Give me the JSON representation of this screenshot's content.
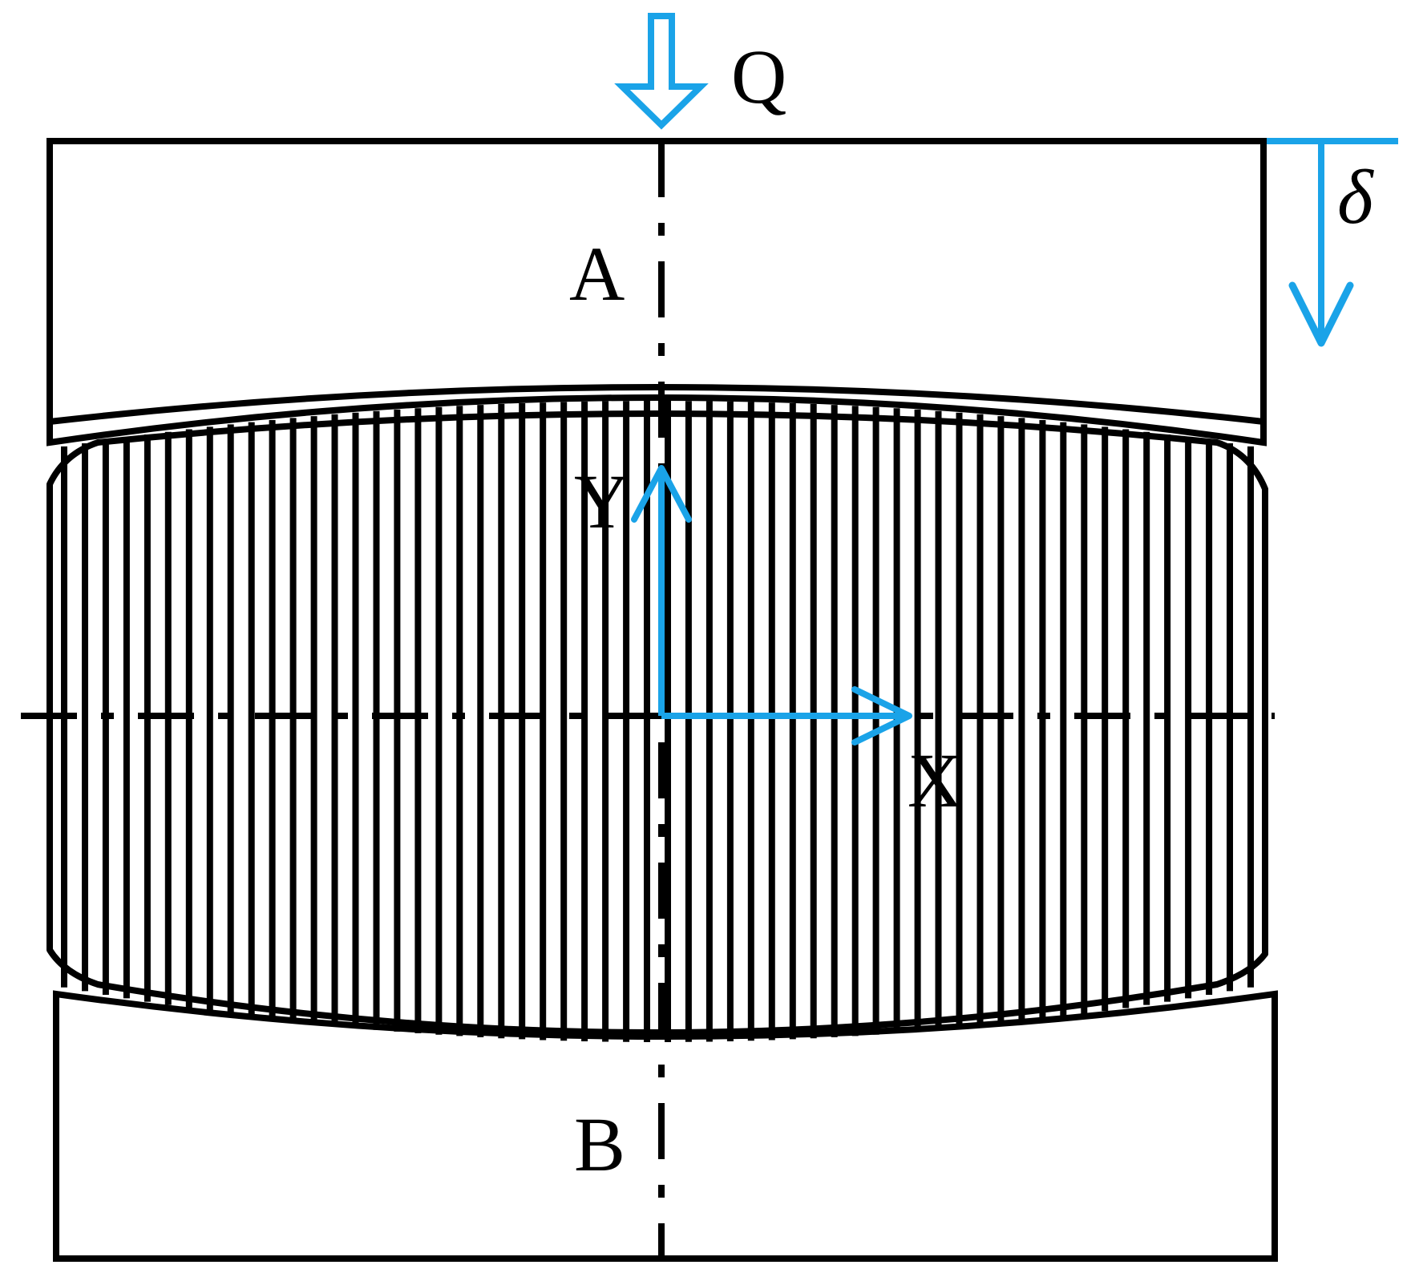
{
  "labels": {
    "load": "Q",
    "displacement": "δ",
    "upper_body": "A",
    "lower_body": "B",
    "y_axis": "Y",
    "x_axis": "X"
  },
  "colors": {
    "ink": "#000000",
    "accent": "#1aa3e8"
  },
  "roller_line_count": 58
}
